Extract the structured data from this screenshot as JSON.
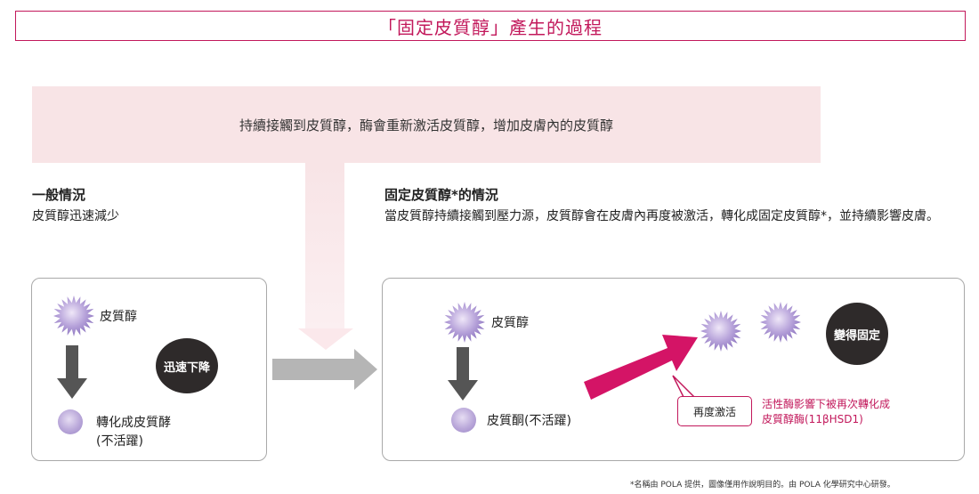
{
  "title": "「固定皮質醇」產生的過程",
  "banner_text": "持續接觸到皮質醇，酶會重新激活皮質醇，增加皮膚內的皮質醇",
  "left": {
    "heading": "一般情況",
    "subtext": "皮質醇迅速減少",
    "top_label": "皮質醇",
    "badge": "迅速下降",
    "bottom_label_1": "轉化成皮質酵",
    "bottom_label_2": "(不活躍)"
  },
  "right": {
    "heading": "固定皮質醇*的情況",
    "subtext": "當皮質醇持續接觸到壓力源，皮質醇會在皮膚內再度被激活，轉化成固定皮質醇*，並持續影響皮膚。",
    "top_label": "皮質醇",
    "bottom_label": "皮質酮(不活躍)",
    "callout": "再度激活",
    "badge": "變得固定",
    "enzyme_line1": "活性酶影響下被再次轉化成",
    "enzyme_line2": "皮質醇酶(11βHSD1)"
  },
  "footnote": "*名稱由 POLA 提供，圖像僅用作說明目的。由 POLA 化學研究中心研發。",
  "colors": {
    "accent": "#c2185b",
    "banner": "#f8e4e6",
    "dark_badge": "#2e2a2a",
    "arrow_gray": "#b5b5b5",
    "down_arrow": "#555555",
    "cortisol_purple": "#9c86c9"
  }
}
